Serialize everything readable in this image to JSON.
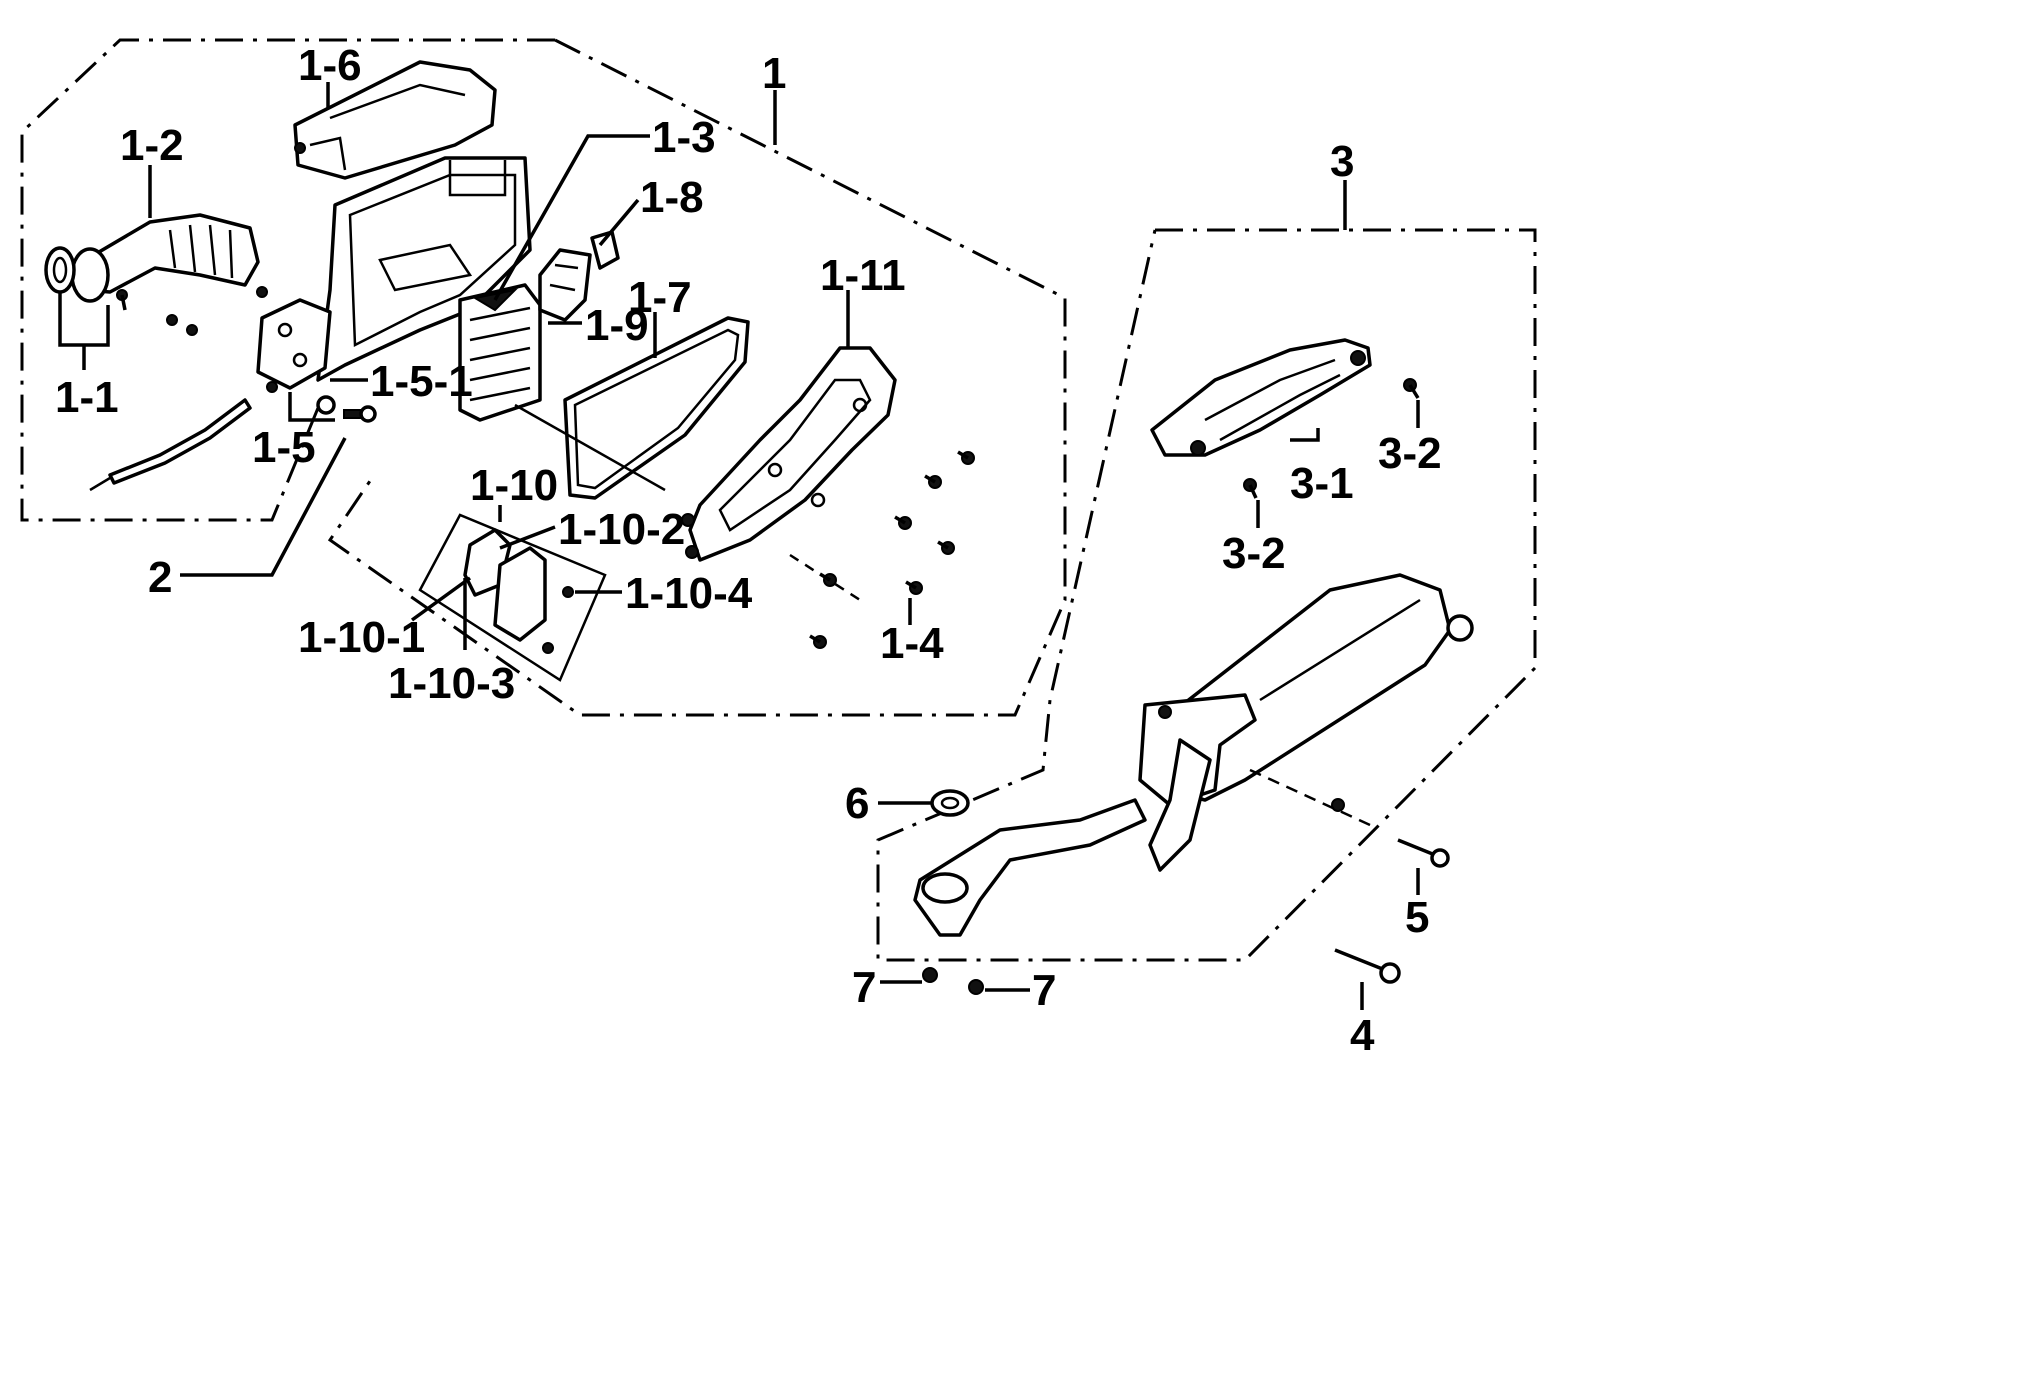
{
  "labels": {
    "l1": "1",
    "l1_1": "1-1",
    "l1_2": "1-2",
    "l1_3": "1-3",
    "l1_4": "1-4",
    "l1_5": "1-5",
    "l1_5_1": "1-5-1",
    "l1_6": "1-6",
    "l1_7": "1-7",
    "l1_8": "1-8",
    "l1_9": "1-9",
    "l1_10": "1-10",
    "l1_10_1": "1-10-1",
    "l1_10_2": "1-10-2",
    "l1_10_3": "1-10-3",
    "l1_10_4": "1-10-4",
    "l1_11": "1-11",
    "l2": "2",
    "l3": "3",
    "l3_1": "3-1",
    "l3_2a": "3-2",
    "l3_2b": "3-2",
    "l4": "4",
    "l5": "5",
    "l6": "6",
    "l7a": "7",
    "l7b": "7"
  }
}
